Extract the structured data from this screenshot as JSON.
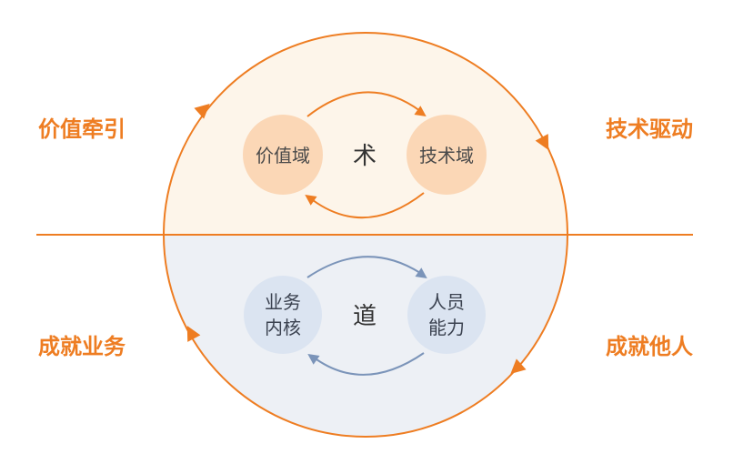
{
  "colors": {
    "accent_orange": "#ee7d22",
    "top_fill": "#fdf5ea",
    "bottom_fill": "#edf0f5",
    "top_node": "#fbd7b6",
    "bottom_node": "#dbe4f1",
    "top_node_text": "#4a4a4a",
    "bottom_node_text": "#3b4250",
    "blue_arrow": "#7b94b9",
    "center_text": "#333333"
  },
  "side_labels": {
    "top_left": "价值牵引",
    "top_right": "技术驱动",
    "bottom_left": "成就业务",
    "bottom_right": "成就他人"
  },
  "top_half": {
    "center_label": "术",
    "left_node": "价值域",
    "right_node": "技术域"
  },
  "bottom_half": {
    "center_label": "道",
    "left_node": {
      "line1": "业务",
      "line2": "内核"
    },
    "right_node": {
      "line1": "人员",
      "line2": "能力"
    }
  }
}
